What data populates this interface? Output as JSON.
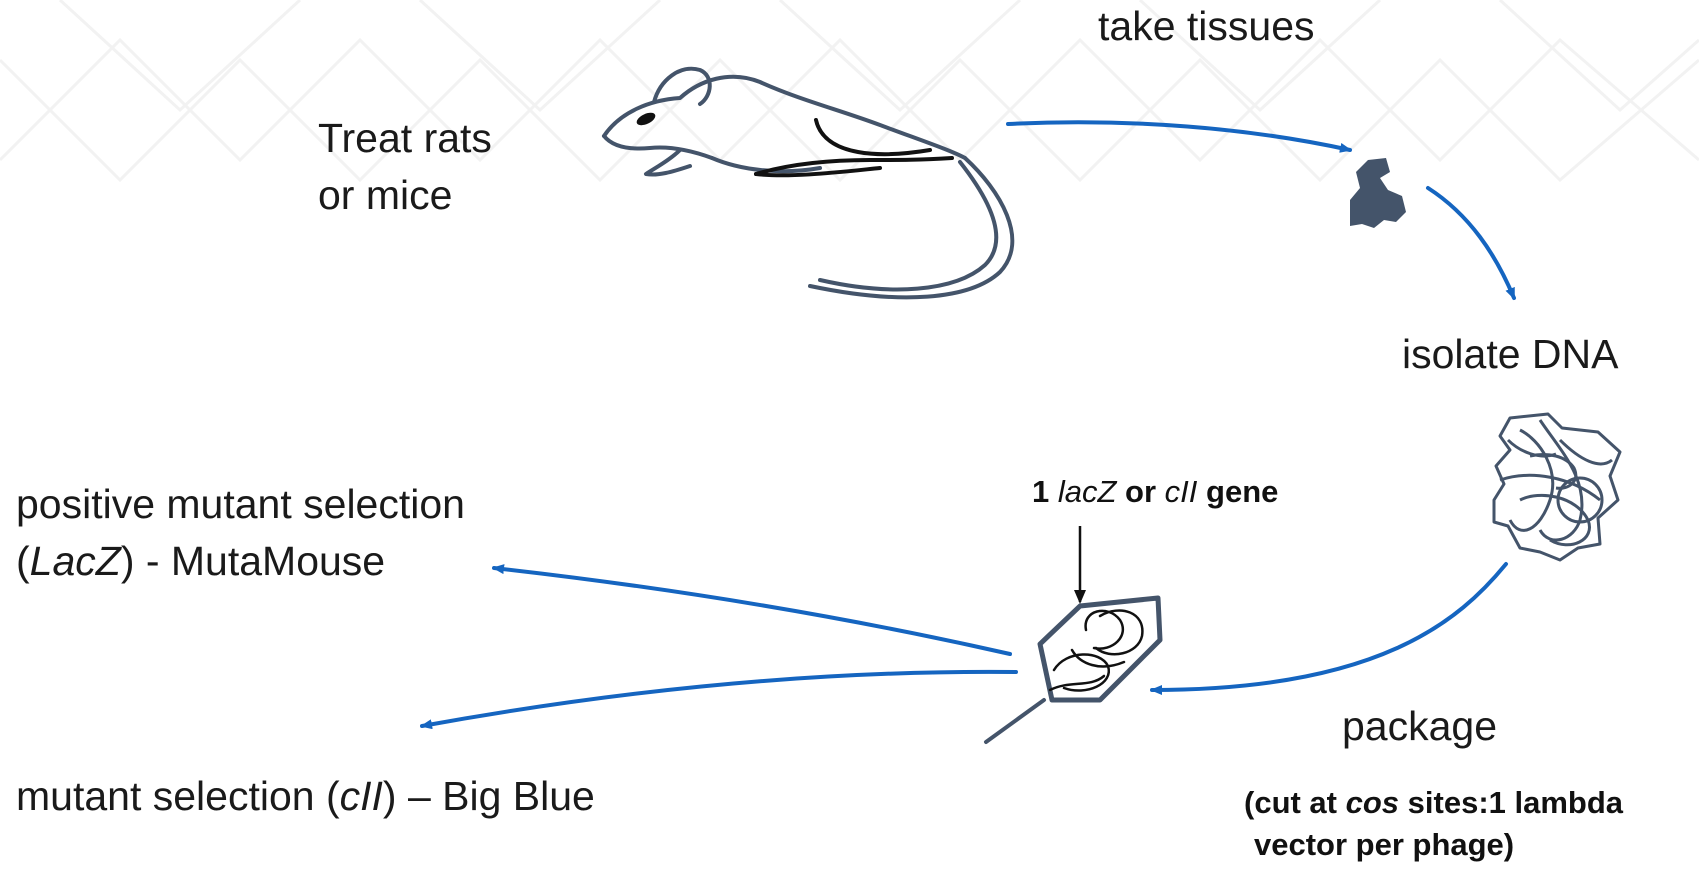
{
  "colors": {
    "arrow": "#1565c0",
    "line_art": "#44546a",
    "ink": "#111111",
    "background_pattern": "#f2f2f2"
  },
  "labels": {
    "treat": [
      "Treat rats",
      "or mice"
    ],
    "take_tissues": "take tissues",
    "isolate_dna": "isolate DNA",
    "package": "package",
    "package_note": {
      "pre": "(cut at ",
      "italic": "cos",
      "post": " sites:1 lambda",
      "line2": "vector per phage)"
    },
    "gene": {
      "pre": "1 ",
      "italic1": "lacZ",
      "mid": " or ",
      "italic2": "cII",
      "post": " gene"
    },
    "positive": {
      "line1": "positive mutant selection",
      "open": "(",
      "italic": "LacZ",
      "rest": ") - MutaMouse"
    },
    "mutant": {
      "pre": "mutant selection (",
      "italic": "cII",
      "post": ") – Big Blue"
    }
  },
  "icons": [
    "rat-icon",
    "tissue-icon",
    "dna-icon",
    "phage-icon"
  ]
}
